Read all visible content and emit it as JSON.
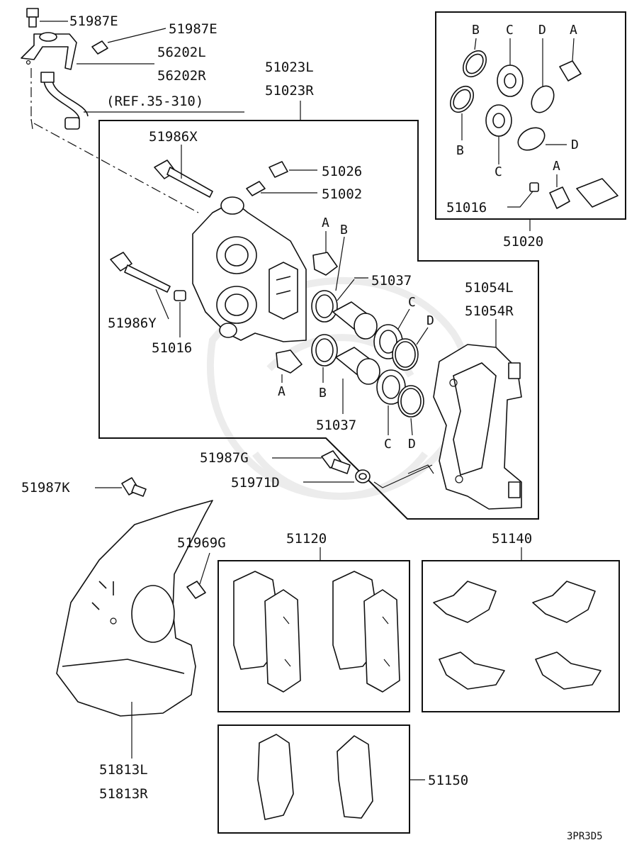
{
  "labels": {
    "p51987E_a": "51987E",
    "p51987E_b": "51987E",
    "p56202L": "56202L",
    "p56202R": "56202R",
    "ref": "(REF.35-310)",
    "p51023L": "51023L",
    "p51023R": "51023R",
    "p51986X": "51986X",
    "p51026": "51026",
    "p51002": "51002",
    "p51037_a": "51037",
    "p51037_b": "51037",
    "p51986Y": "51986Y",
    "p51016_a": "51016",
    "p51054L": "51054L",
    "p51054R": "51054R",
    "p51987G": "51987G",
    "p51971D": "51971D",
    "p51987K": "51987K",
    "p51969G": "51969G",
    "p51120": "51120",
    "p51140": "51140",
    "p51813L": "51813L",
    "p51813R": "51813R",
    "p51150": "51150",
    "p51016_b": "51016",
    "p51020": "51020"
  },
  "kit_letters": {
    "k1": "B",
    "k2": "C",
    "k3": "D",
    "k4": "A",
    "k5": "B",
    "k6": "C",
    "k7": "D",
    "k8": "A"
  },
  "caliper_letters": {
    "l1": "A",
    "l2": "B",
    "l3": "C",
    "l4": "D",
    "l5": "A",
    "l6": "B",
    "l7": "C",
    "l8": "D"
  },
  "diagram_code": "3PR3D5"
}
